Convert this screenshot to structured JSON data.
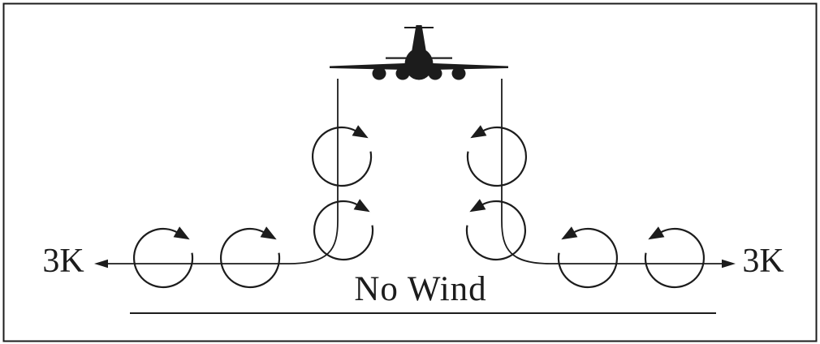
{
  "figure": {
    "labels": {
      "left_speed": "3K",
      "right_speed": "3K",
      "condition": "No Wind"
    },
    "colors": {
      "ink": "#1c1c1c",
      "background": "#ffffff"
    },
    "icons": {
      "airplane": "airplane-front-silhouette-icon",
      "vortex_left": "vortex-clockwise-arrow-icon",
      "vortex_right": "vortex-counterclockwise-arrow-icon",
      "left_arrow": "arrowhead-left-icon",
      "right_arrow": "arrowhead-right-icon"
    }
  }
}
